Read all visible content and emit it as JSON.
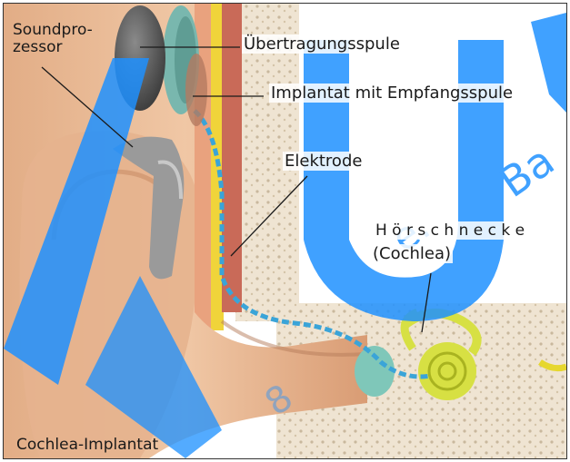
{
  "labels": {
    "soundprozessor_line1": "Soundpro-",
    "soundprozessor_line2": "zessor",
    "uebertragungsspule": "Übertragungsspule",
    "implantat": "Implantat mit Empfangsspule",
    "elektrode": "Elektrode",
    "hoerschnecke": "H ö r s c h n e c k e",
    "cochlea": "(Cochlea)",
    "caption": "Cochlea-Implantat"
  },
  "colors": {
    "skin": "#e8b893",
    "bone": "#efe4d2",
    "coil": "#79b7ae",
    "cochlea": "#d7e043",
    "electrode": "#3aa4d8",
    "watermark": "#1e90ff"
  }
}
